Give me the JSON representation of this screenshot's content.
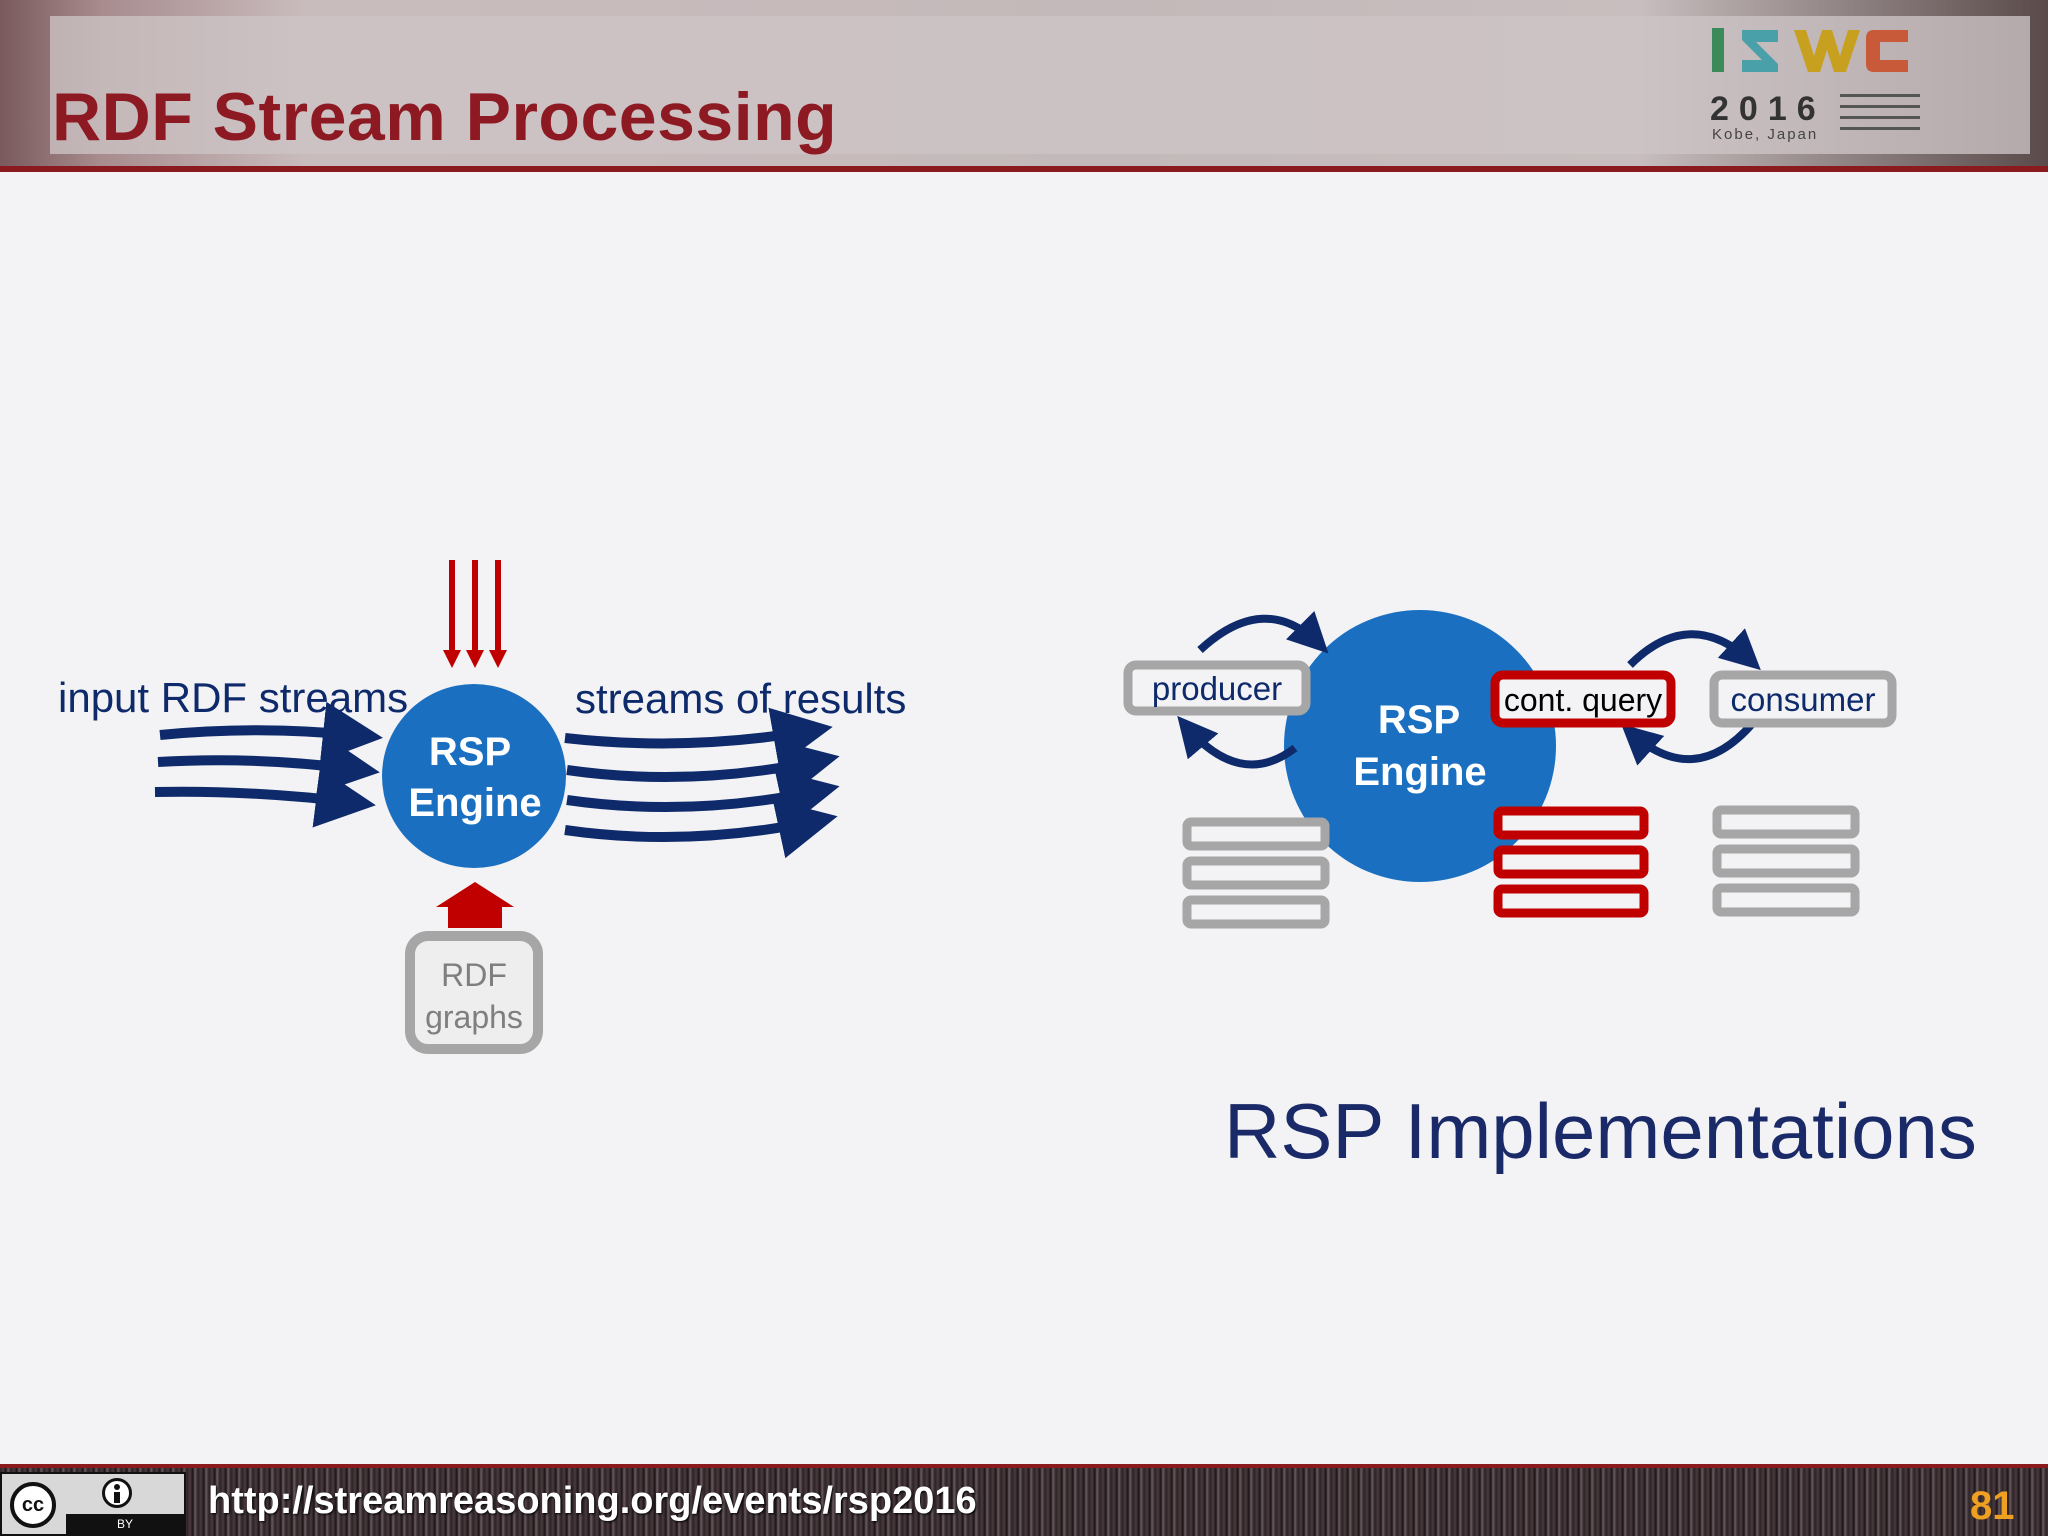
{
  "slide": {
    "title": "RDF Stream Processing",
    "subtitle": "RSP Implementations",
    "page_number": "81",
    "footer_url": "http://streamreasoning.org/events/rsp2016"
  },
  "logo": {
    "mark": "ISWC",
    "year": "2016",
    "place": "Kobe, Japan"
  },
  "license": {
    "cc": "cc",
    "by": "BY",
    "icon": "creative-commons-by-icon"
  },
  "left_diagram": {
    "input_label": "input RDF streams",
    "output_label": "streams of results",
    "engine_line1": "RSP",
    "engine_line2": "Engine",
    "graphs_line1": "RDF",
    "graphs_line2": "graphs"
  },
  "right_diagram": {
    "producer": "producer",
    "engine_line1": "RSP",
    "engine_line2": "Engine",
    "query": "cont. query",
    "consumer": "consumer"
  },
  "colors": {
    "engine_blue": "#1a6fc0",
    "arrow_navy": "#0e2a6b",
    "accent_red": "#c00000",
    "box_gray": "#a6a6a6",
    "title_red": "#8d1a22",
    "page_number": "#f0a020"
  }
}
